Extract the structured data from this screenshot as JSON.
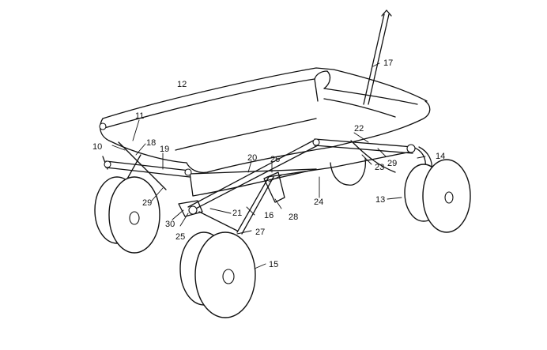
{
  "labels": {
    "l10": "10",
    "l11": "11",
    "l12": "12",
    "l13": "13",
    "l14": "14",
    "l15": "15",
    "l16": "16",
    "l17": "17",
    "l18": "18",
    "l19": "19",
    "l20": "20",
    "l21": "21",
    "l22": "22",
    "l23": "23",
    "l24": "24",
    "l25": "25",
    "l26": "26",
    "l27": "27",
    "l28": "28",
    "l29a": "29",
    "l29b": "29",
    "l30": "30"
  }
}
